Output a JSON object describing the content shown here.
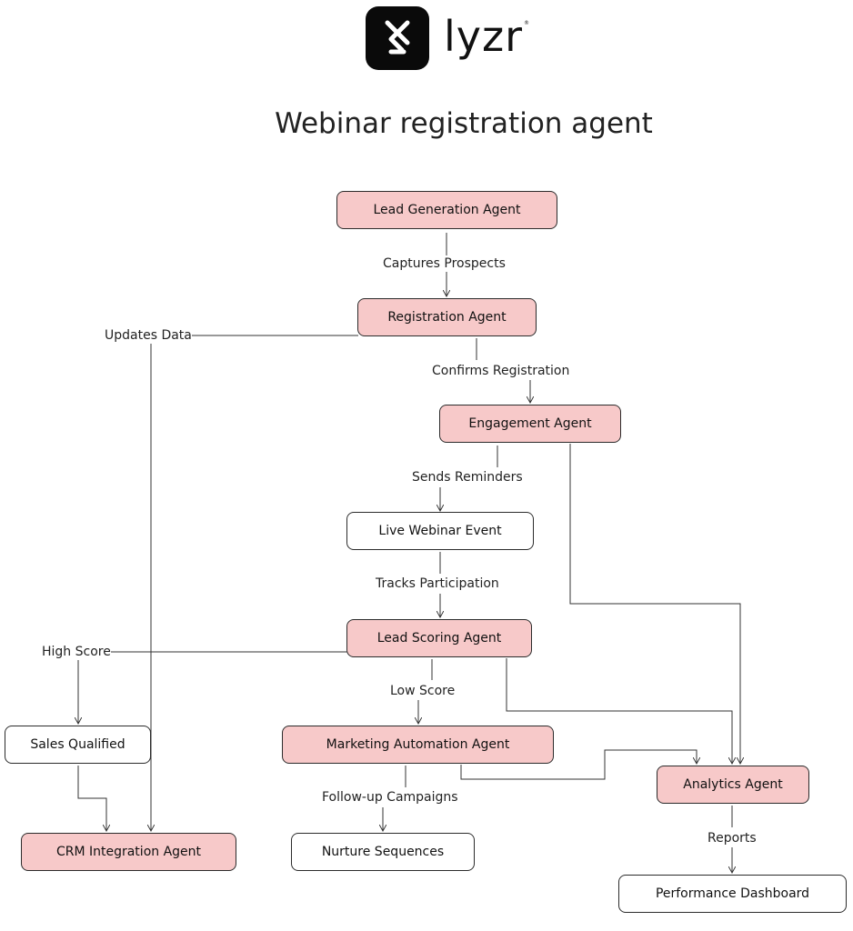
{
  "logo": {
    "text": "lyzr",
    "mark": "®"
  },
  "title": "Webinar registration agent",
  "colors": {
    "agent_fill": "#f7c9c9",
    "plain_fill": "#ffffff",
    "border": "#2b2b2b",
    "edge": "#333333"
  },
  "nodes": {
    "lead_generation": "Lead Generation Agent",
    "registration": "Registration Agent",
    "engagement": "Engagement Agent",
    "live_webinar": "Live Webinar Event",
    "lead_scoring": "Lead Scoring Agent",
    "sales_qualified": "Sales Qualified",
    "marketing_automation": "Marketing Automation Agent",
    "analytics": "Analytics Agent",
    "crm_integration": "CRM Integration Agent",
    "nurture_sequences": "Nurture Sequences",
    "performance_dashboard": "Performance Dashboard"
  },
  "edges": {
    "captures_prospects": "Captures Prospects",
    "updates_data": "Updates Data",
    "confirms_registration": "Confirms Registration",
    "sends_reminders": "Sends Reminders",
    "tracks_participation": "Tracks Participation",
    "high_score": "High Score",
    "low_score": "Low Score",
    "follow_up_campaigns": "Follow-up Campaigns",
    "reports": "Reports"
  }
}
